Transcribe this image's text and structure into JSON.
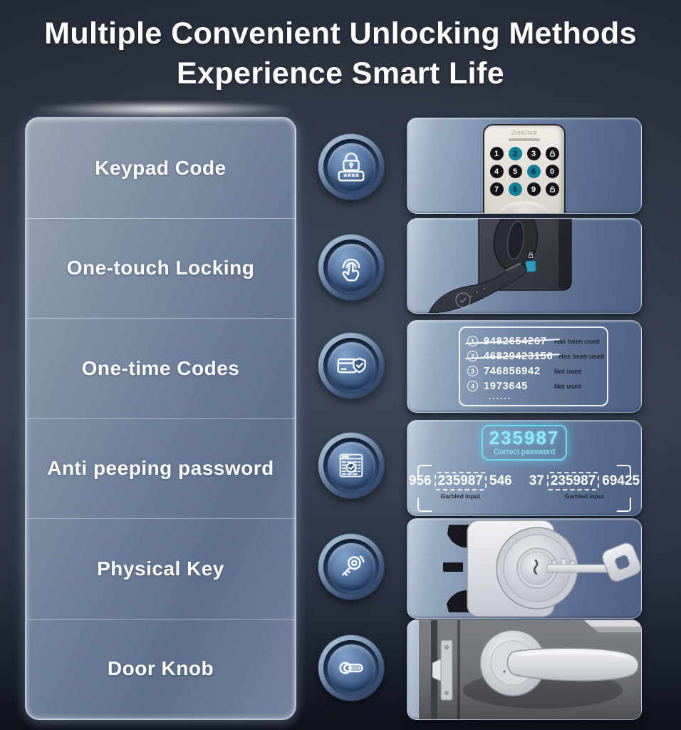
{
  "title": {
    "line1": "Multiple Convenient Unlocking Methods",
    "line2": "Experience Smart Life"
  },
  "methods": [
    {
      "label": "Keypad Code",
      "icon": "keypad-code-icon"
    },
    {
      "label": "One-touch Locking",
      "icon": "one-touch-icon"
    },
    {
      "label": "One-time Codes",
      "icon": "card-shield-icon"
    },
    {
      "label": "Anti peeping password",
      "icon": "keypad-check-icon"
    },
    {
      "label": "Physical Key",
      "icon": "key-icon"
    },
    {
      "label": "Door Knob",
      "icon": "door-handle-icon"
    }
  ],
  "keypad_panel": {
    "brand": "Jisolice",
    "keys": [
      [
        "1",
        "2",
        "3"
      ],
      [
        "4",
        "5",
        "6"
      ],
      [
        "7",
        "8",
        "9"
      ]
    ],
    "zero_key": "0",
    "function_icons": [
      "lock-icon",
      "unlock-icon"
    ],
    "active_keys": [
      "2",
      "6",
      "8"
    ]
  },
  "one_time_codes": {
    "rows": [
      {
        "index": "1",
        "code": "9482654267",
        "status": "Has been used",
        "used": true
      },
      {
        "index": "2",
        "code": "46829423156",
        "status": "Has been used",
        "used": true
      },
      {
        "index": "3",
        "code": "746856942",
        "status": "Not used",
        "used": false
      },
      {
        "index": "4",
        "code": "1973645",
        "status": "Not used",
        "used": false
      }
    ],
    "ellipsis": "......"
  },
  "anti_peeping": {
    "correct_code": "235987",
    "correct_label": "Correct password",
    "garbled": [
      {
        "prefix": "956",
        "code": "235987",
        "suffix": "546",
        "caption": "Garbled input"
      },
      {
        "prefix": "37",
        "code": "235987",
        "suffix": "69425",
        "caption": "Garbled input"
      }
    ]
  },
  "colors": {
    "background_dark": "#2b3340",
    "panel_slate_blue": "#64789c",
    "keypad_active_teal": "#0f8096",
    "cyan_glow": "#6fd9f0",
    "status_text_dark": "#1f2835",
    "text_white": "#ffffff"
  }
}
